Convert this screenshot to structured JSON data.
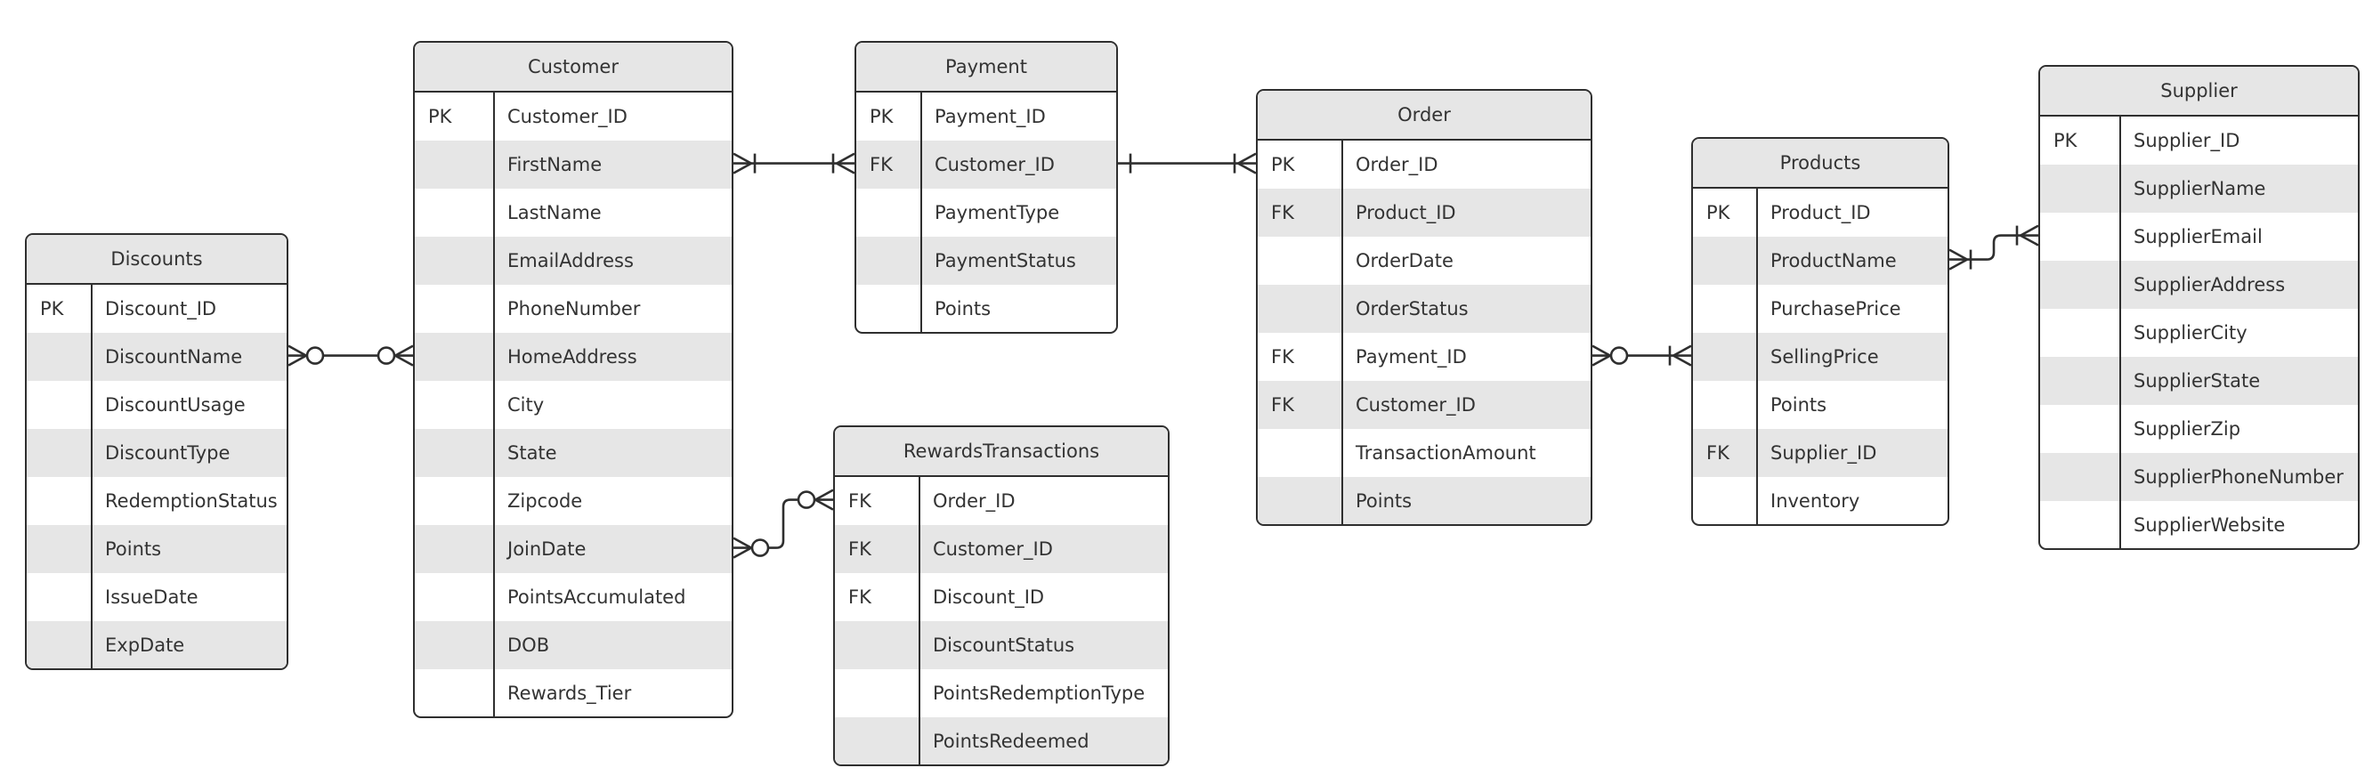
{
  "entities": [
    {
      "id": "discounts",
      "title": "Discounts",
      "rows": [
        {
          "key": "PK",
          "field": "Discount_ID"
        },
        {
          "key": "",
          "field": "DiscountName"
        },
        {
          "key": "",
          "field": "DiscountUsage"
        },
        {
          "key": "",
          "field": "DiscountType"
        },
        {
          "key": "",
          "field": "RedemptionStatus"
        },
        {
          "key": "",
          "field": "Points"
        },
        {
          "key": "",
          "field": "IssueDate"
        },
        {
          "key": "",
          "field": "ExpDate"
        }
      ]
    },
    {
      "id": "customer",
      "title": "Customer",
      "rows": [
        {
          "key": "PK",
          "field": "Customer_ID"
        },
        {
          "key": "",
          "field": "FirstName"
        },
        {
          "key": "",
          "field": "LastName"
        },
        {
          "key": "",
          "field": "EmailAddress"
        },
        {
          "key": "",
          "field": "PhoneNumber"
        },
        {
          "key": "",
          "field": "HomeAddress"
        },
        {
          "key": "",
          "field": "City"
        },
        {
          "key": "",
          "field": "State"
        },
        {
          "key": "",
          "field": "Zipcode"
        },
        {
          "key": "",
          "field": "JoinDate"
        },
        {
          "key": "",
          "field": "PointsAccumulated"
        },
        {
          "key": "",
          "field": "DOB"
        },
        {
          "key": "",
          "field": "Rewards_Tier"
        }
      ]
    },
    {
      "id": "payment",
      "title": "Payment",
      "rows": [
        {
          "key": "PK",
          "field": "Payment_ID"
        },
        {
          "key": "FK",
          "field": "Customer_ID"
        },
        {
          "key": "",
          "field": "PaymentType"
        },
        {
          "key": "",
          "field": "PaymentStatus"
        },
        {
          "key": "",
          "field": "Points"
        }
      ]
    },
    {
      "id": "rewardstransactions",
      "title": "RewardsTransactions",
      "rows": [
        {
          "key": "FK",
          "field": "Order_ID"
        },
        {
          "key": "FK",
          "field": "Customer_ID"
        },
        {
          "key": "FK",
          "field": "Discount_ID"
        },
        {
          "key": "",
          "field": "DiscountStatus"
        },
        {
          "key": "",
          "field": "PointsRedemptionType"
        },
        {
          "key": "",
          "field": "PointsRedeemed"
        }
      ]
    },
    {
      "id": "order",
      "title": "Order",
      "rows": [
        {
          "key": "PK",
          "field": "Order_ID"
        },
        {
          "key": "FK",
          "field": "Product_ID"
        },
        {
          "key": "",
          "field": "OrderDate"
        },
        {
          "key": "",
          "field": "OrderStatus"
        },
        {
          "key": "FK",
          "field": "Payment_ID"
        },
        {
          "key": "FK",
          "field": "Customer_ID"
        },
        {
          "key": "",
          "field": "TransactionAmount"
        },
        {
          "key": "",
          "field": "Points"
        }
      ]
    },
    {
      "id": "products",
      "title": "Products",
      "rows": [
        {
          "key": "PK",
          "field": "Product_ID"
        },
        {
          "key": "",
          "field": "ProductName"
        },
        {
          "key": "",
          "field": "PurchasePrice"
        },
        {
          "key": "",
          "field": "SellingPrice"
        },
        {
          "key": "",
          "field": "Points"
        },
        {
          "key": "FK",
          "field": "Supplier_ID"
        },
        {
          "key": "",
          "field": "Inventory"
        }
      ]
    },
    {
      "id": "supplier",
      "title": "Supplier",
      "rows": [
        {
          "key": "PK",
          "field": "Supplier_ID"
        },
        {
          "key": "",
          "field": "SupplierName"
        },
        {
          "key": "",
          "field": "SupplierEmail"
        },
        {
          "key": "",
          "field": "SupplierAddress"
        },
        {
          "key": "",
          "field": "SupplierCity"
        },
        {
          "key": "",
          "field": "SupplierState"
        },
        {
          "key": "",
          "field": "SupplierZip"
        },
        {
          "key": "",
          "field": "SupplierPhoneNumber"
        },
        {
          "key": "",
          "field": "SupplierWebsite"
        }
      ]
    }
  ],
  "relationships": [
    {
      "from": "discounts",
      "from_field": "DiscountName",
      "from_cardinality": "zero-or-many",
      "to": "customer",
      "to_field": "HomeAddress",
      "to_cardinality": "zero-or-many"
    },
    {
      "from": "customer",
      "from_field": "FirstName",
      "from_cardinality": "one-or-many",
      "to": "payment",
      "to_field": "Customer_ID",
      "to_cardinality": "one-or-many"
    },
    {
      "from": "customer",
      "from_field": "JoinDate",
      "from_cardinality": "zero-or-many",
      "to": "rewardstransactions",
      "to_field": "Order_ID",
      "to_cardinality": "zero-or-many"
    },
    {
      "from": "payment",
      "from_field": "Customer_ID",
      "from_cardinality": "one",
      "to": "order",
      "to_field": "Order_ID",
      "to_cardinality": "one-or-many"
    },
    {
      "from": "order",
      "from_field": "Payment_ID",
      "from_cardinality": "zero-or-many",
      "to": "products",
      "to_field": "SellingPrice",
      "to_cardinality": "one-or-many"
    },
    {
      "from": "products",
      "from_field": "ProductName",
      "from_cardinality": "one-or-many",
      "to": "supplier",
      "to_field": "SupplierEmail",
      "to_cardinality": "one-or-many"
    }
  ],
  "colors": {
    "border": "#2f2f2f",
    "header_fill": "#e6e6e6",
    "alt_row_fill": "#e6e6e6",
    "text": "#333333",
    "background": "#ffffff"
  }
}
